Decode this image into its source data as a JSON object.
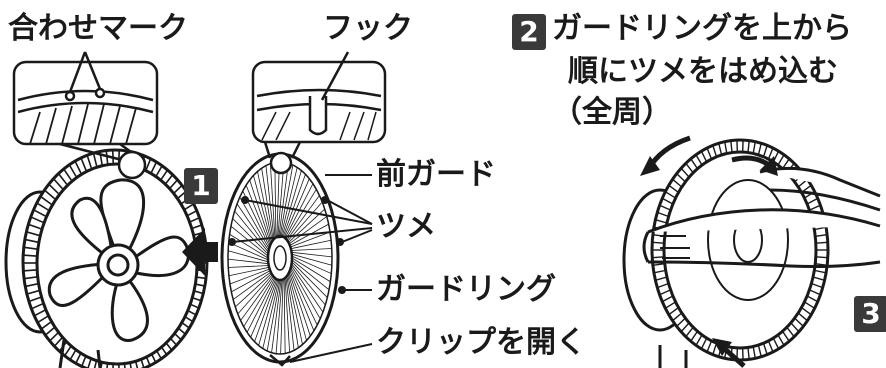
{
  "labels": {
    "match_mark": "合わせマーク",
    "hook": "フック",
    "front_guard": "前ガード",
    "claws": "ツメ",
    "guard_ring": "ガードリング",
    "open_clip": "クリップを開く"
  },
  "steps": {
    "step1": "1",
    "step2": "2",
    "step3": "3",
    "step2_line1": "ガードリングを上から",
    "step2_line2": "順にツメをはめ込む",
    "step2_line3": "（全周）"
  },
  "colors": {
    "ink": "#1a1a1a",
    "badge": "#3a3a3a",
    "arrow": "#1a1a1a"
  }
}
